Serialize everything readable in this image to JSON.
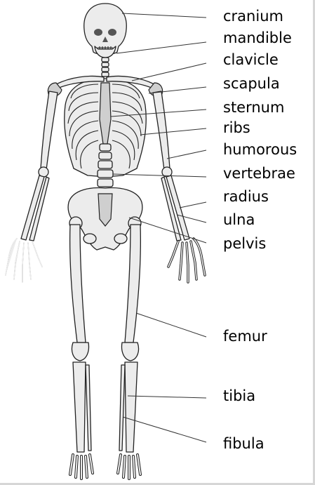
{
  "labels": {
    "cranium": "cranium",
    "mandible": "mandible",
    "clavicle": "clavicle",
    "scapula": "scapula",
    "sternum": "sternum",
    "ribs": "ribs",
    "humorous": "humorous",
    "vertebrae": "vertebrae",
    "radius": "radius",
    "ulna": "ulna",
    "pelvis": "pelvis",
    "femur": "femur",
    "tibia": "tibia",
    "fibula": "fibula"
  },
  "colors": {
    "bone": "#ececec",
    "outline": "#222222",
    "frame": "#d6d6d6"
  }
}
